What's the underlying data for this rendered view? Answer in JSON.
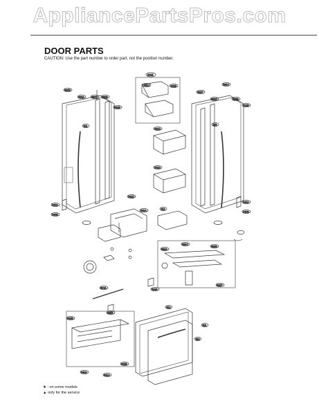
{
  "watermark": "AppliancePartsPros.com",
  "header": {
    "title": "DOOR PARTS",
    "caution": "CAUTION: Use the part number to order part, not the position number."
  },
  "notes": {
    "line1": "★ : on some models",
    "line2": "▲ only for the service"
  },
  "callouts": {
    "top_center": "241E",
    "bin_left_top": "241C",
    "bin_right_top": "241B",
    "shelf_upper": "241D",
    "shelf_lower": "241D",
    "left_a": "230E",
    "left_b": "230A",
    "left_c": "230C",
    "left_d": "230B",
    "left_e": "241B",
    "left_f": "201",
    "right_a": "230F",
    "right_b": "230A",
    "right_c": "230C",
    "right_d": "230B",
    "right_e": "212B",
    "right_f": "202",
    "lower_left_1": "240A",
    "lower_left_2": "240B",
    "lower_right_1": "240A",
    "lower_right_2": "240B",
    "dispenser": "241D",
    "basket": "241A",
    "cover": "212",
    "drawer_a": "320C",
    "drawer_b": "320B",
    "drawer_c": "320A",
    "drawer_d": "320F",
    "panel_a": "301",
    "panel_b": "312",
    "panel_c": "318",
    "rail": "304A",
    "foot_a": "315A",
    "foot_b": "316A",
    "bottom_a": "340B",
    "bottom_b": "340A",
    "bottom_c": "341A",
    "bottom_d": "345B"
  }
}
